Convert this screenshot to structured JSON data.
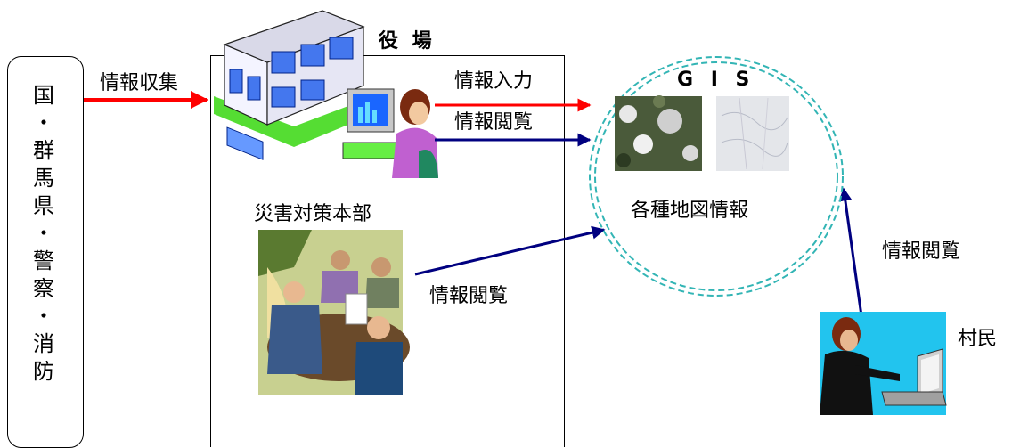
{
  "sources": {
    "chars": [
      "国",
      "・",
      "群",
      "馬",
      "県",
      "・",
      "警",
      "察",
      "・",
      "消",
      "防"
    ]
  },
  "labels": {
    "collect": "情報収集",
    "office_title": "役 場",
    "input": "情報入力",
    "view_office": "情報閲覧",
    "disaster_hq": "災害対策本部",
    "view_hq": "情報閲覧",
    "gis_title": "G I S",
    "maps": "各種地図情報",
    "view_villagers": "情報閲覧",
    "villagers": "村民"
  },
  "colors": {
    "red_arrow": "#ff0000",
    "blue_arrow": "#000080",
    "gis_circle": "#33b5b5"
  }
}
